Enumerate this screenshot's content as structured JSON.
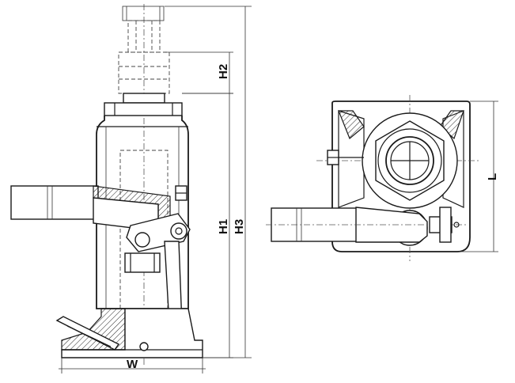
{
  "dimensions": {
    "h1": "H1",
    "h2": "H2",
    "h3": "H3",
    "w": "W",
    "l": "L"
  }
}
